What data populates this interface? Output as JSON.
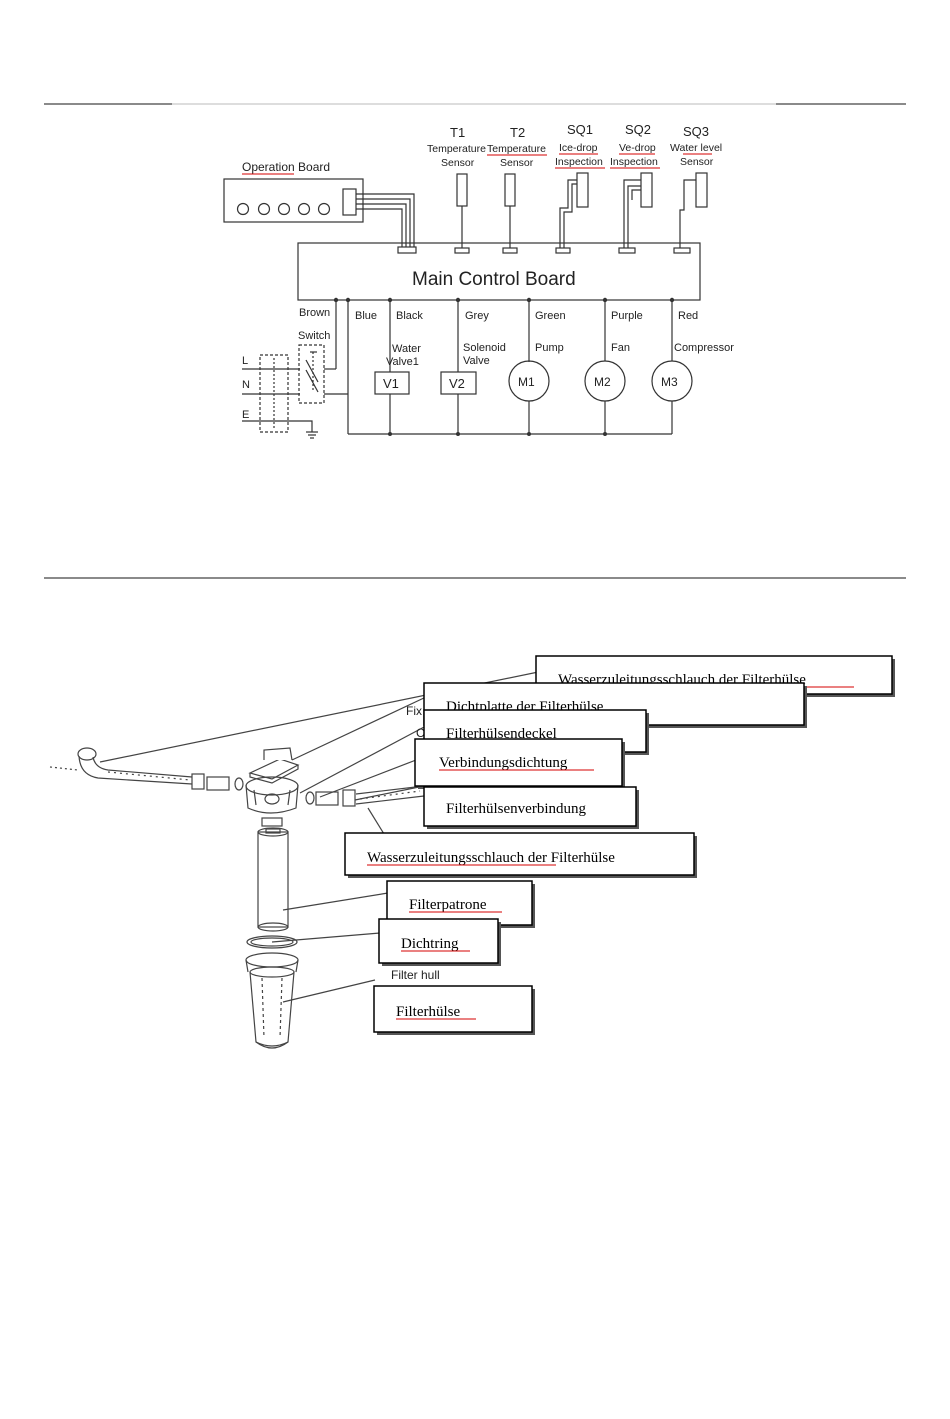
{
  "wiring_diagram": {
    "operation_board": "Operation Board",
    "main_control_board": "Main Control Board",
    "switch": "Switch",
    "power_lines": [
      "L",
      "N",
      "E"
    ],
    "sensors": [
      {
        "id": "T1",
        "line1": "Temperature",
        "line2": "Sensor"
      },
      {
        "id": "T2",
        "line1": "Temperature",
        "line2": "Sensor"
      },
      {
        "id": "SQ1",
        "line1": "Ice-drop",
        "line2": "Inspection"
      },
      {
        "id": "SQ2",
        "line1": "Ve-drop",
        "line2": "Inspection"
      },
      {
        "id": "SQ3",
        "line1": "Water level",
        "line2": "Sensor"
      }
    ],
    "wire_colors": [
      "Brown",
      "Blue",
      "Black",
      "Grey",
      "Green",
      "Purple",
      "Red"
    ],
    "loads": [
      {
        "symbol": "V1",
        "label1": "Water",
        "label2": "Valve1"
      },
      {
        "symbol": "V2",
        "label1": "Solenoid",
        "label2": "Valve"
      },
      {
        "symbol": "M1",
        "label1": "Pump",
        "label2": ""
      },
      {
        "symbol": "M2",
        "label1": "Fan",
        "label2": ""
      },
      {
        "symbol": "M3",
        "label1": "Compressor",
        "label2": ""
      }
    ]
  },
  "filter_diagram": {
    "labels": [
      "Wasserzuleitungsschlauch der Filterhülse",
      "Dichtplatte der Filterhülse",
      "Filterhülsendeckel",
      "Verbindungsdichtung",
      "Filterhülsenverbindung",
      "Wasserzuleitungsschlauch der Filterhülse",
      "Filterpatrone",
      "Dichtring",
      "Filterhülse"
    ],
    "original_fragments": [
      "Fix",
      "C",
      "Filter  hull"
    ]
  }
}
